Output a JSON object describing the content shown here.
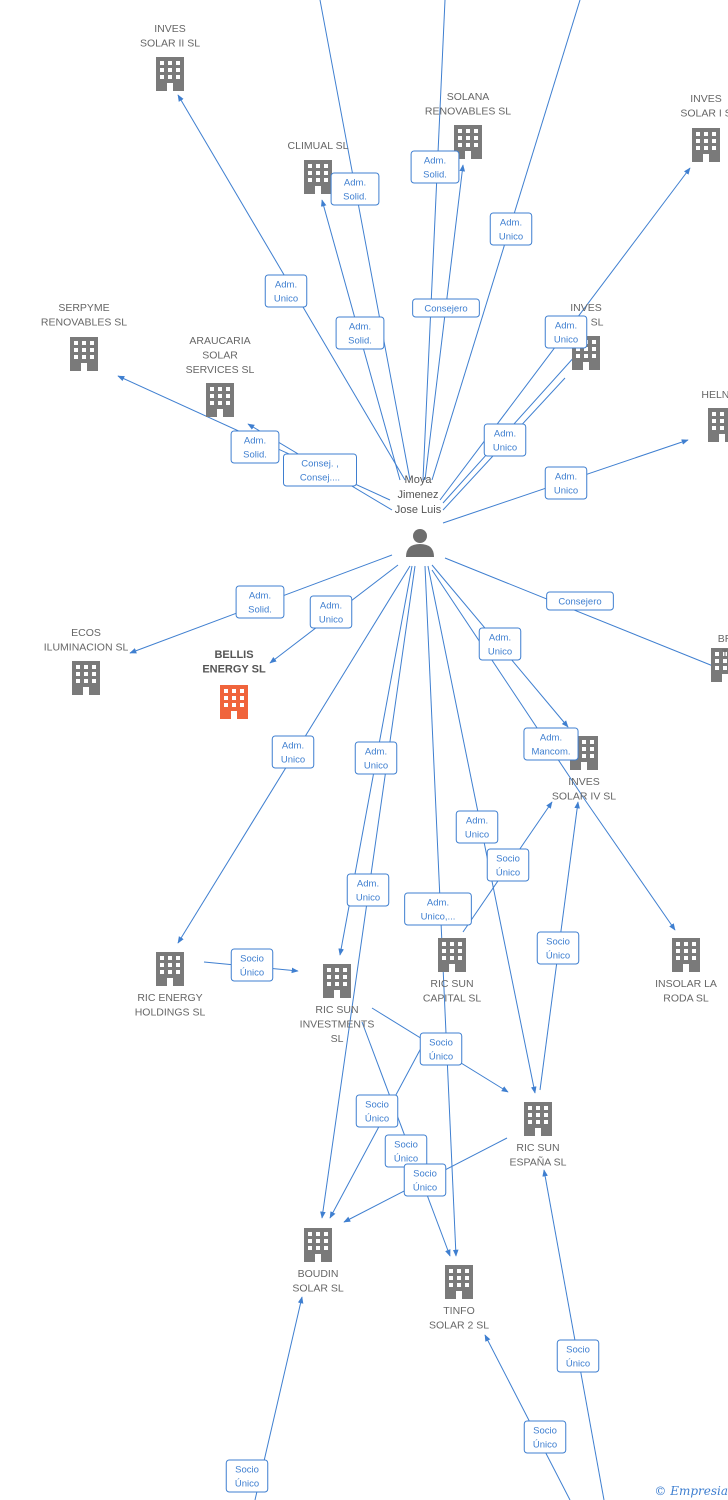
{
  "colors": {
    "edge": "#3f7fd0",
    "building": "#7a7a7a",
    "building_main": "#f0643c",
    "person": "#6e6e6e"
  },
  "person": {
    "lines": [
      "Moya",
      "Jimenez",
      "Jose Luis"
    ],
    "icon": "person-icon"
  },
  "companies": {
    "inves2": {
      "lines": [
        "INVES",
        "SOLAR II SL"
      ]
    },
    "solana": {
      "lines": [
        "SOLANA",
        "RENOVABLES SL"
      ]
    },
    "inves1": {
      "lines": [
        "INVES",
        "SOLAR I S"
      ]
    },
    "climual": {
      "lines": [
        "CLIMUAL SL"
      ]
    },
    "serpyme": {
      "lines": [
        "SERPYME",
        "RENOVABLES SL"
      ]
    },
    "araucaria": {
      "lines": [
        "ARAUCARIA",
        "SOLAR",
        "SERVICES SL"
      ]
    },
    "inves3": {
      "lines": [
        "INVES",
        "R III SL"
      ]
    },
    "helnay": {
      "lines": [
        "HELNAY"
      ]
    },
    "ecos": {
      "lines": [
        "ECOS",
        "ILUMINACION SL"
      ]
    },
    "bellis": {
      "lines": [
        "BELLIS",
        "ENERGY  SL"
      ]
    },
    "br": {
      "lines": [
        "BR",
        "T"
      ]
    },
    "inves4": {
      "lines": [
        "INVES",
        "SOLAR IV SL"
      ]
    },
    "ricenergy": {
      "lines": [
        "RIC ENERGY",
        "HOLDINGS  SL"
      ]
    },
    "ricsuninv": {
      "lines": [
        "RIC SUN",
        "INVESTMENTS",
        "SL"
      ]
    },
    "ricsuncap": {
      "lines": [
        "RIC SUN",
        "CAPITAL  SL"
      ]
    },
    "insolar": {
      "lines": [
        "INSOLAR LA",
        "RODA  SL"
      ]
    },
    "ricsunesp": {
      "lines": [
        "RIC SUN",
        "ESPAÑA  SL"
      ]
    },
    "boudin": {
      "lines": [
        "BOUDIN",
        "SOLAR SL"
      ]
    },
    "tinfo": {
      "lines": [
        "TINFO",
        "SOLAR 2 SL"
      ]
    }
  },
  "relations": [
    {
      "lines": [
        "Adm.",
        "Solid."
      ]
    },
    {
      "lines": [
        "Adm.",
        "Solid."
      ]
    },
    {
      "lines": [
        "Adm.",
        "Unico"
      ]
    },
    {
      "lines": [
        "Adm.",
        "Unico"
      ]
    },
    {
      "lines": [
        "Consejero"
      ]
    },
    {
      "lines": [
        "Adm.",
        "Solid."
      ]
    },
    {
      "lines": [
        "Adm.",
        "Unico"
      ]
    },
    {
      "lines": [
        "Adm.",
        "Solid."
      ]
    },
    {
      "lines": [
        "Consej. ,",
        "Consej...."
      ]
    },
    {
      "lines": [
        "Adm.",
        "Unico"
      ]
    },
    {
      "lines": [
        "Adm.",
        "Unico"
      ]
    },
    {
      "lines": [
        "Adm.",
        "Solid."
      ]
    },
    {
      "lines": [
        "Adm.",
        "Unico"
      ]
    },
    {
      "lines": [
        "Consejero"
      ]
    },
    {
      "lines": [
        "Adm.",
        "Unico"
      ]
    },
    {
      "lines": [
        "Adm.",
        "Mancom."
      ]
    },
    {
      "lines": [
        "Adm.",
        "Unico"
      ]
    },
    {
      "lines": [
        "Adm.",
        "Unico"
      ]
    },
    {
      "lines": [
        "Adm.",
        "Unico"
      ]
    },
    {
      "lines": [
        "Socio",
        "Único"
      ]
    },
    {
      "lines": [
        "Adm.",
        "Unico"
      ]
    },
    {
      "lines": [
        "Adm.",
        "Unico,..."
      ]
    },
    {
      "lines": [
        "Socio",
        "Único"
      ]
    },
    {
      "lines": [
        "Socio",
        "Único"
      ]
    },
    {
      "lines": [
        "Socio",
        "Único"
      ]
    },
    {
      "lines": [
        "Socio",
        "Único"
      ]
    },
    {
      "lines": [
        "Socio",
        "Único"
      ]
    },
    {
      "lines": [
        "Socio",
        "Único"
      ]
    },
    {
      "lines": [
        "Socio",
        "Único"
      ]
    },
    {
      "lines": [
        "Socio",
        "Único"
      ]
    },
    {
      "lines": [
        "Socio",
        "Único"
      ]
    }
  ],
  "watermark": {
    "symbol": "©",
    "brand": "Empresia"
  }
}
